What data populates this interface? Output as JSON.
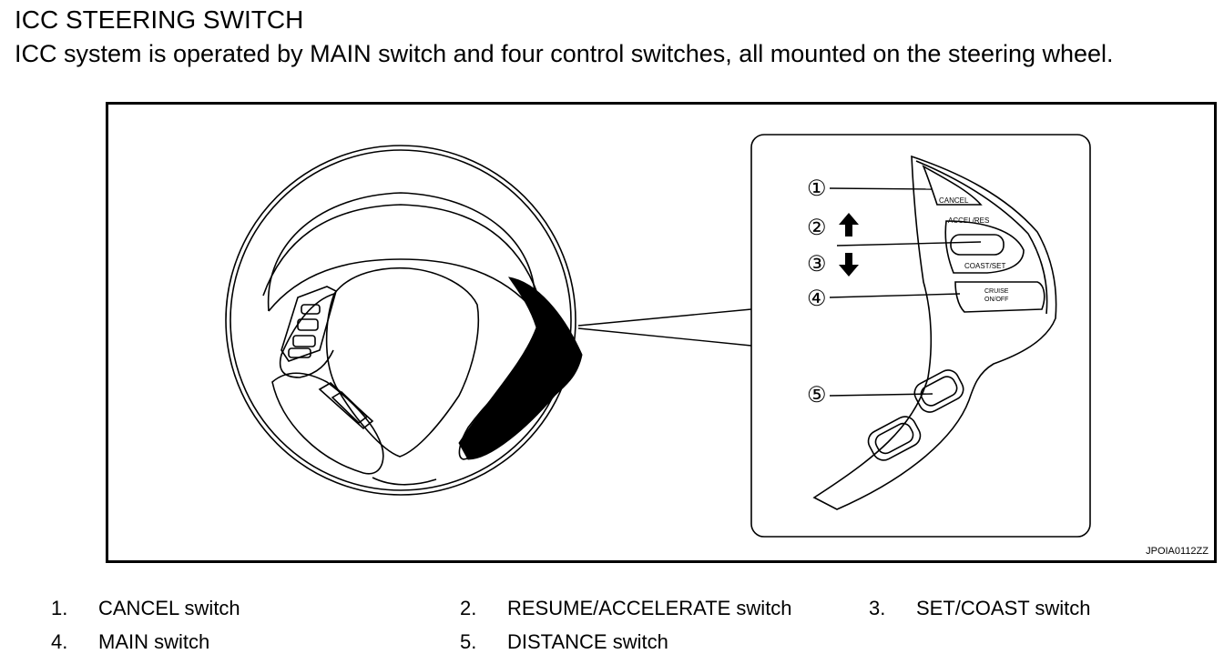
{
  "document": {
    "title": "ICC STEERING SWITCH",
    "intro": "ICC system is operated by MAIN switch and four control switches, all mounted on the steering wheel."
  },
  "figure": {
    "id": "JPOIA0112ZZ",
    "callout_numbers": [
      "①",
      "②",
      "③",
      "④",
      "⑤"
    ],
    "switch_text": {
      "cancel": "CANCEL",
      "accel_res": "ACCEL/RES",
      "coast_set": "COAST/SET",
      "cruise_line1": "CRUISE",
      "cruise_line2": "ON/OFF"
    }
  },
  "legend": [
    {
      "number": "1.",
      "label": "CANCEL switch"
    },
    {
      "number": "2.",
      "label": "RESUME/ACCELERATE switch"
    },
    {
      "number": "3.",
      "label": "SET/COAST switch"
    },
    {
      "number": "4.",
      "label": "MAIN switch"
    },
    {
      "number": "5.",
      "label": "DISTANCE switch"
    }
  ]
}
